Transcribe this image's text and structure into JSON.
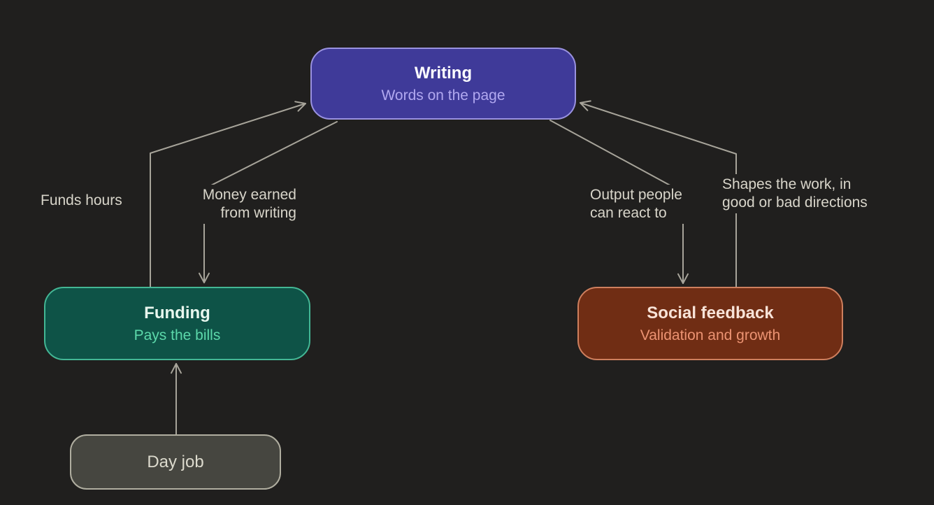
{
  "canvas": {
    "background_color": "#201f1e",
    "arrow_color": "#a7a49a",
    "label_text_color": "#d8d5ca"
  },
  "nodes": {
    "writing": {
      "title": "Writing",
      "subtitle": "Words on the page",
      "fill": "#3f3a99",
      "border": "#9a92e0",
      "title_color": "#fdfdff",
      "subtitle_color": "#b1a8f0"
    },
    "funding": {
      "title": "Funding",
      "subtitle": "Pays the bills",
      "fill": "#0e5347",
      "border": "#43b795",
      "title_color": "#e8f7ee",
      "subtitle_color": "#5cd8aa"
    },
    "social_feedback": {
      "title": "Social feedback",
      "subtitle": "Validation and growth",
      "fill": "#702d14",
      "border": "#ce7f5e",
      "title_color": "#f8e3d8",
      "subtitle_color": "#ec9372"
    },
    "day_job": {
      "title": "Day job",
      "fill": "#464640",
      "border": "#b0aea0",
      "title_color": "#dcdacd"
    }
  },
  "edges": {
    "funds_hours": {
      "label": "Funds hours",
      "from": "Funding",
      "to": "Writing"
    },
    "money_earned": {
      "label": "Money earned\nfrom writing",
      "from": "Writing",
      "to": "Funding"
    },
    "output_people": {
      "label": "Output people\ncan react to",
      "from": "Writing",
      "to": "Social feedback"
    },
    "shapes_work": {
      "label": "Shapes the work, in\ngood or bad directions",
      "from": "Social feedback",
      "to": "Writing"
    },
    "day_job_to_funding": {
      "label": "",
      "from": "Day job",
      "to": "Funding"
    }
  }
}
